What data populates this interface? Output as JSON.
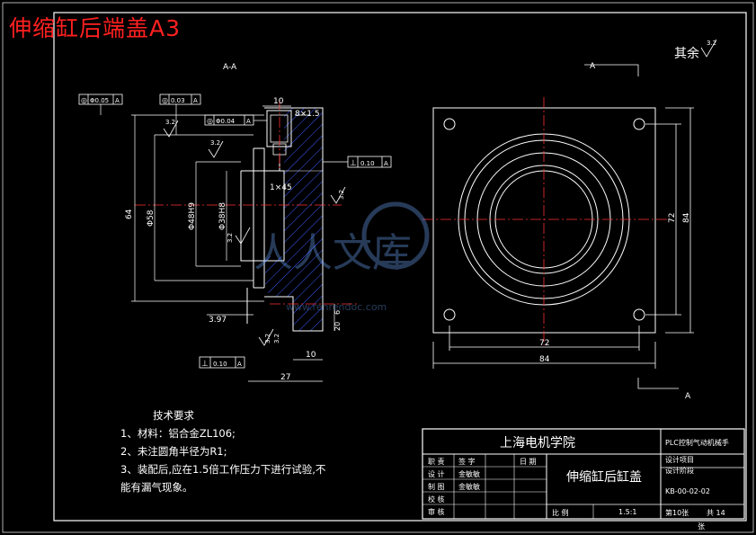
{
  "title": "伸缩缸后端盖A3",
  "view_label": "A-A",
  "section_a": "A",
  "finish": {
    "label": "其余",
    "value": "3.2"
  },
  "dims": {
    "d_10_top": "10",
    "d_8x1_5": "8×1.5",
    "d_1x45": "1×45",
    "d_64": "64",
    "d_phi58": "Φ58",
    "d_phi48": "Φ48H9",
    "d_phi38": "Φ38H8",
    "d_3_97": "3.97",
    "d_10_bot": "10",
    "d_27": "27",
    "d_6": "6",
    "d_20": "20",
    "d_72_h": "72",
    "d_84_h": "84",
    "d_72_v": "72",
    "d_84_v": "84"
  },
  "roughness": [
    "3.2",
    "3.2",
    "3.2",
    "3.2",
    "3.2",
    "3.2",
    "3.2"
  ],
  "tolerance_frames": [
    {
      "sym": "◎",
      "val": "Φ0.05",
      "ref": "A"
    },
    {
      "sym": "◎",
      "val": "0.03",
      "ref": "A"
    },
    {
      "sym": "◎",
      "val": "Φ0.04",
      "ref": "A"
    },
    {
      "sym": "⊥",
      "val": "0.10",
      "ref": "A"
    },
    {
      "sym": "⊥",
      "val": "0.10",
      "ref": "A"
    }
  ],
  "tech_requirements": {
    "heading": "技术要求",
    "lines": [
      "1、材料：铝合金ZL106;",
      "2、未注圆角半径为R1;",
      "3、装配后,应在1.5倍工作压力下进行试验,不",
      "能有漏气现象。"
    ]
  },
  "title_block": {
    "school": "上海电机学院",
    "project": "PLC控制气动机械手",
    "part_name": "伸缩缸后缸盖",
    "drawing_no": "KB-00-02-02",
    "design_item": "设计项目",
    "design_stage": "设计阶段",
    "scale_label": "比 例",
    "scale": "1.5:1",
    "sheet": "第10张",
    "total": "共 14",
    "zhang": "张",
    "rows": [
      "职 责",
      "设 计",
      "制 图",
      "校 核",
      "审 核"
    ],
    "signs": [
      "签 字",
      "金敏敏",
      "金敏敏"
    ],
    "date": "日 期"
  },
  "watermark": {
    "text": "人人文库",
    "sub": "www.renrendoc.com"
  }
}
